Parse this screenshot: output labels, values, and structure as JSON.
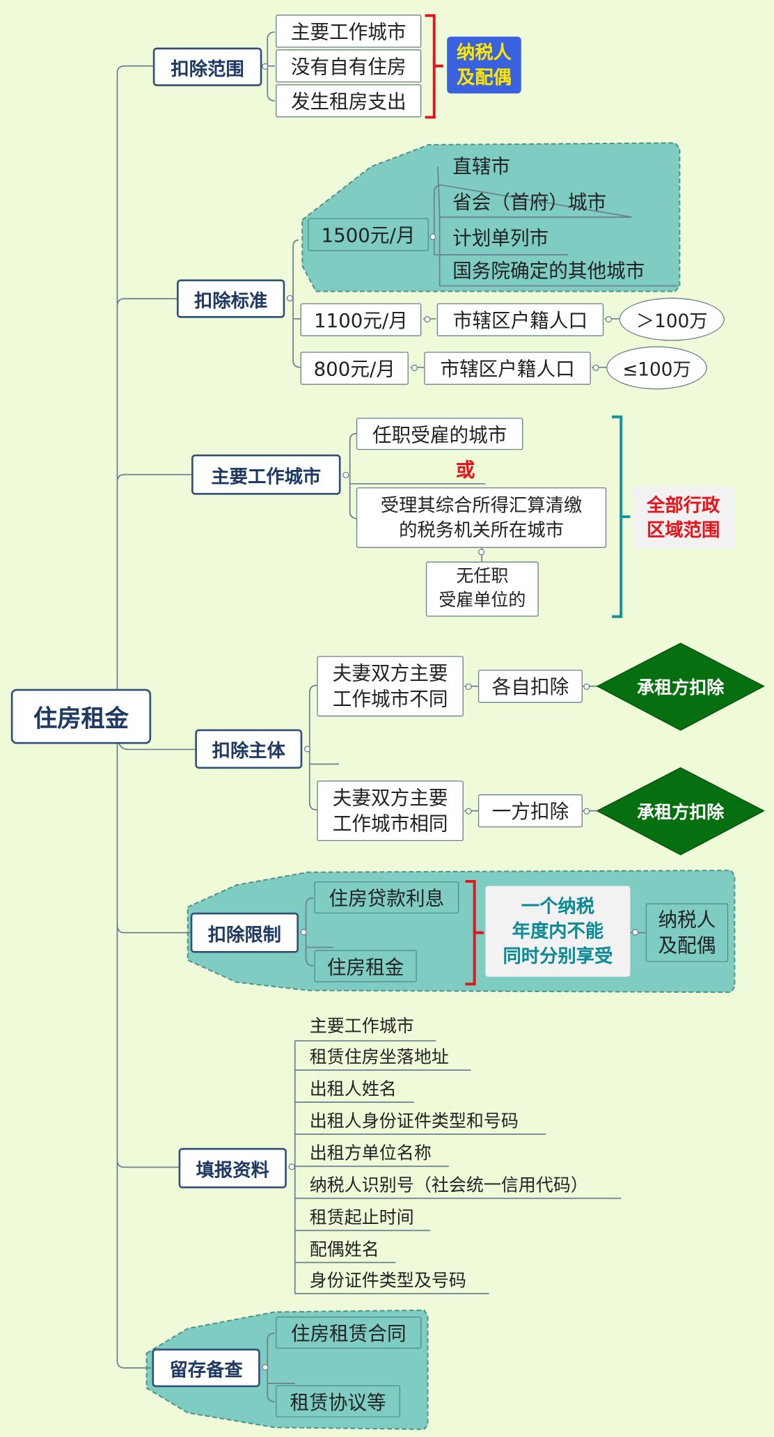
{
  "root": "住房租金",
  "scope": {
    "title": "扣除范围",
    "items": [
      "主要工作城市",
      "没有自有住房",
      "发生租房支出"
    ],
    "note": "纳税人\n及配偶",
    "note_color": "#3a62e0",
    "note_text_color": "#ffe600"
  },
  "standard": {
    "title": "扣除标准",
    "tiers": [
      {
        "amount": "1500元/月",
        "cities": [
          "直辖市",
          "省会（首府）城市",
          "计划单列市",
          "国务院确定的其他城市"
        ]
      },
      {
        "amount": "1100元/月",
        "condition": "市辖区户籍人口",
        "threshold": "＞100万"
      },
      {
        "amount": "800元/月",
        "condition": "市辖区户籍人口",
        "threshold": "≤100万"
      }
    ]
  },
  "main_city": {
    "title": "主要工作城市",
    "option_a": "任职受雇的城市",
    "or_label": "或",
    "option_b": "受理其综合所得汇算清缴\n的税务机关所在城市",
    "option_b_note": "无任职\n受雇单位的",
    "scope_note": "全部行政\n区域范围",
    "accent_color": "#e8141b"
  },
  "subject": {
    "title": "扣除主体",
    "cases": [
      {
        "situation": "夫妻双方主要\n工作城市不同",
        "rule": "各自扣除",
        "who": "承租方扣除"
      },
      {
        "situation": "夫妻双方主要\n工作城市相同",
        "rule": "一方扣除",
        "who": "承租方扣除"
      }
    ],
    "diamond_color": "#067010"
  },
  "limit": {
    "title": "扣除限制",
    "items": [
      "住房贷款利息",
      "住房租金"
    ],
    "note": "一个纳税\n年度内不能\n同时分别享受",
    "note_color": "#0e8a97",
    "target": "纳税人\n及配偶"
  },
  "materials": {
    "title": "填报资料",
    "items": [
      "主要工作城市",
      "租赁住房坐落地址",
      "出租人姓名",
      "出租人身份证件类型和号码",
      "出租方单位名称",
      "纳税人识别号（社会统一信用代码）",
      "租赁起止时间",
      "配偶姓名",
      "身份证件类型及号码"
    ]
  },
  "retain": {
    "title": "留存备查",
    "items": [
      "住房租赁合同",
      "租赁协议等"
    ]
  },
  "colors": {
    "background": "#eefad8",
    "teal_region": "#7fccc2",
    "line": "#6b7f8e",
    "box_border": "#2f4f77"
  }
}
